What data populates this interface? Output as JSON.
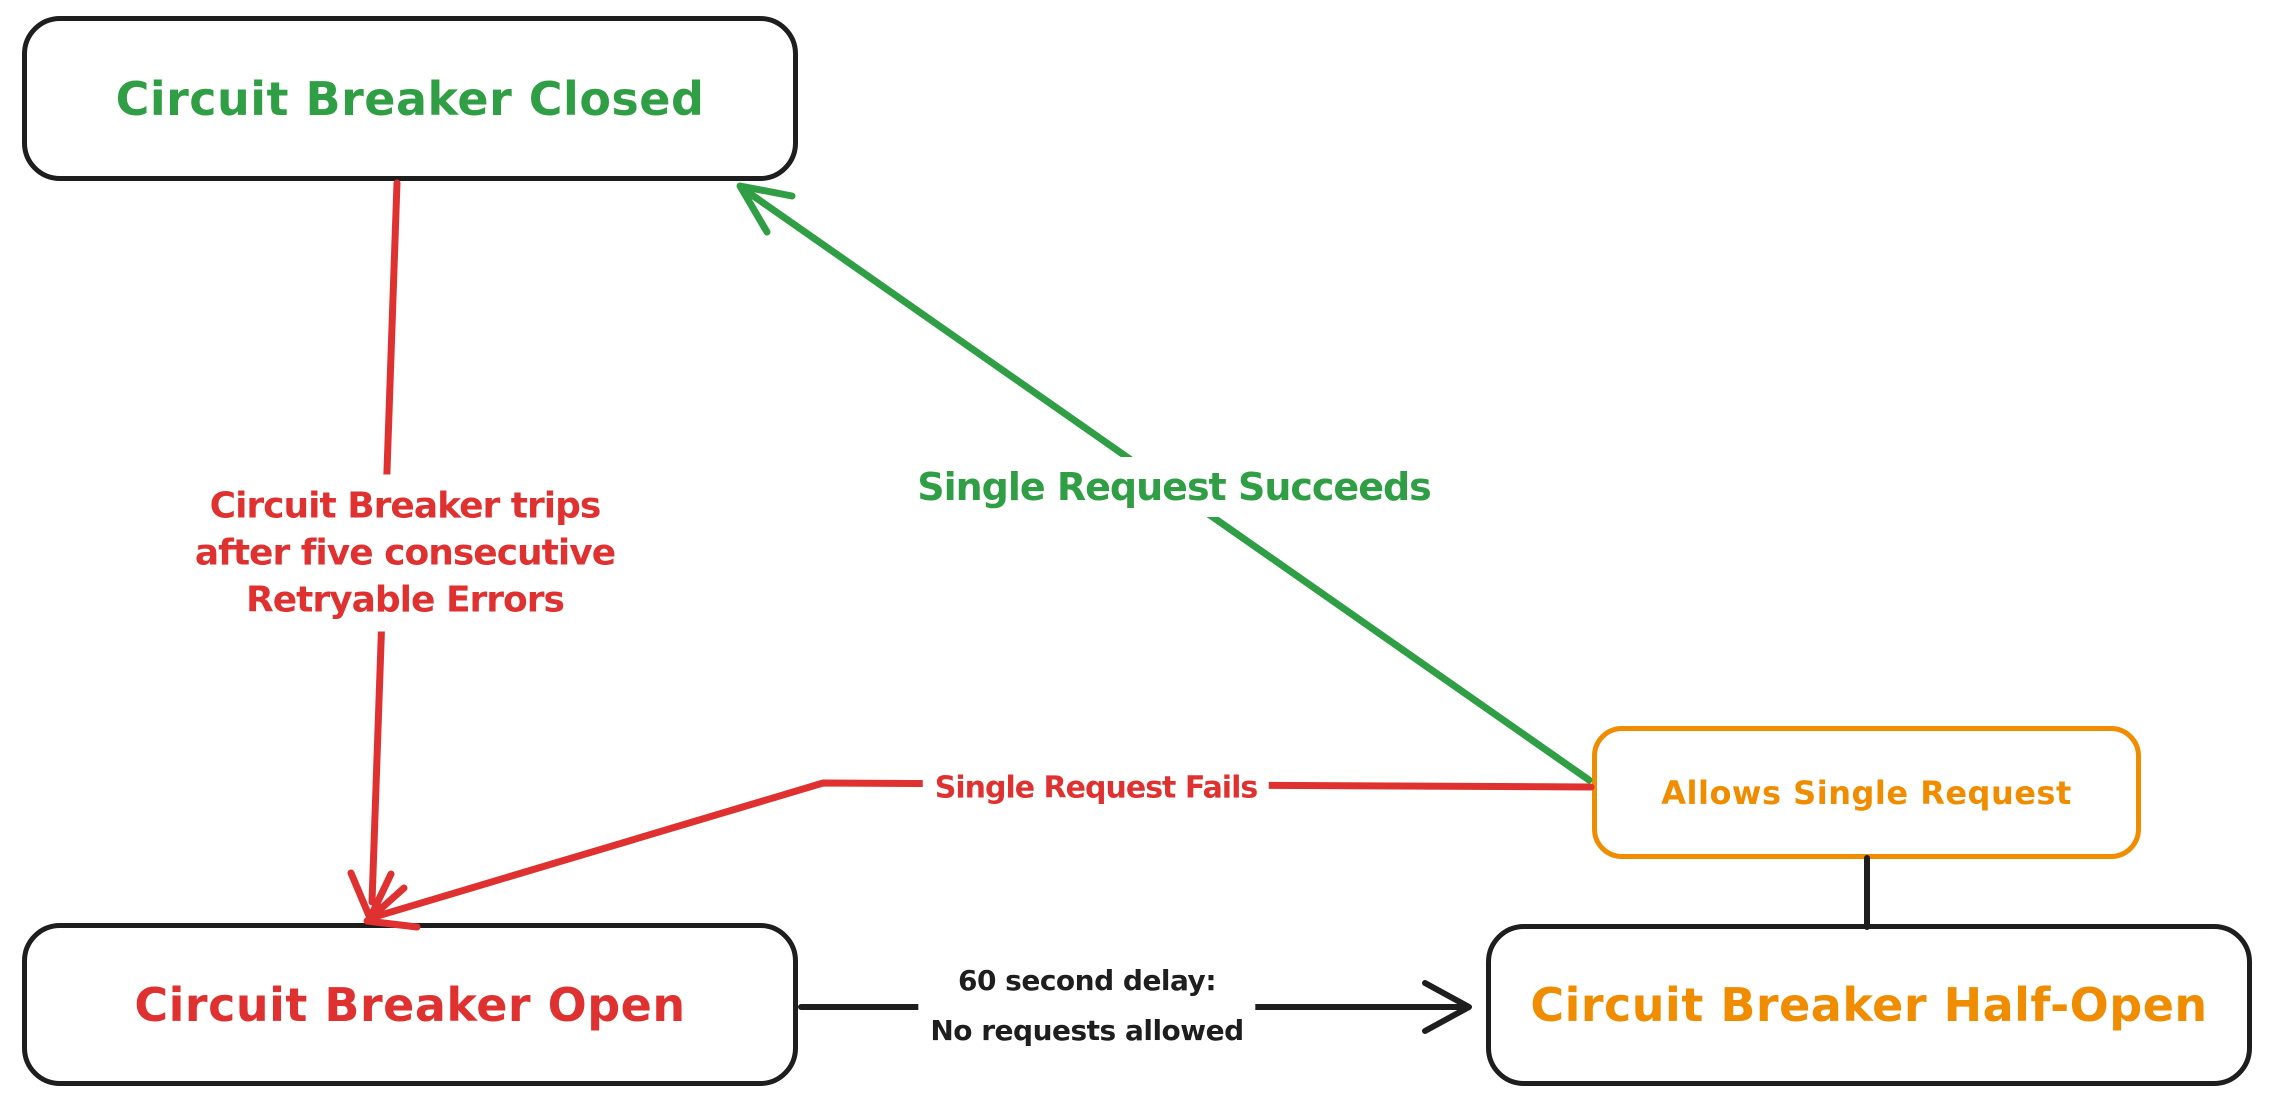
{
  "diagram": {
    "kind": "state-diagram",
    "background": "#ffffff",
    "colors": {
      "ink": "#1e1e1e",
      "green": "#2f9e44",
      "red": "#e03131",
      "orange": "#f08c00"
    },
    "nodes": {
      "closed": {
        "label": "Circuit Breaker Closed",
        "text_color": "#2f9e44",
        "border_color": "#1e1e1e"
      },
      "open": {
        "label": "Circuit Breaker Open",
        "text_color": "#e03131",
        "border_color": "#1e1e1e"
      },
      "half_open": {
        "label": "Circuit Breaker Half-Open",
        "text_color": "#f08c00",
        "border_color": "#1e1e1e"
      },
      "allows": {
        "label": "Allows Single Request",
        "text_color": "#f08c00",
        "border_color": "#f08c00"
      }
    },
    "edges": {
      "trips": {
        "from": "closed",
        "to": "open",
        "color": "#e03131",
        "label_lines": [
          "Circuit Breaker trips",
          "after five consecutive",
          "Retryable Errors"
        ]
      },
      "succeeds": {
        "from": "allows",
        "to": "closed",
        "color": "#2f9e44",
        "label": "Single Request Succeeds"
      },
      "fails": {
        "from": "allows",
        "to": "open",
        "color": "#e03131",
        "label": "Single Request Fails"
      },
      "delay": {
        "from": "open",
        "to": "half_open",
        "color": "#1e1e1e",
        "label_lines": [
          "60 second delay:",
          "No requests allowed"
        ]
      },
      "half_open_allows_connector": {
        "from": "half_open",
        "to": "allows",
        "color": "#1e1e1e",
        "label": ""
      }
    }
  }
}
